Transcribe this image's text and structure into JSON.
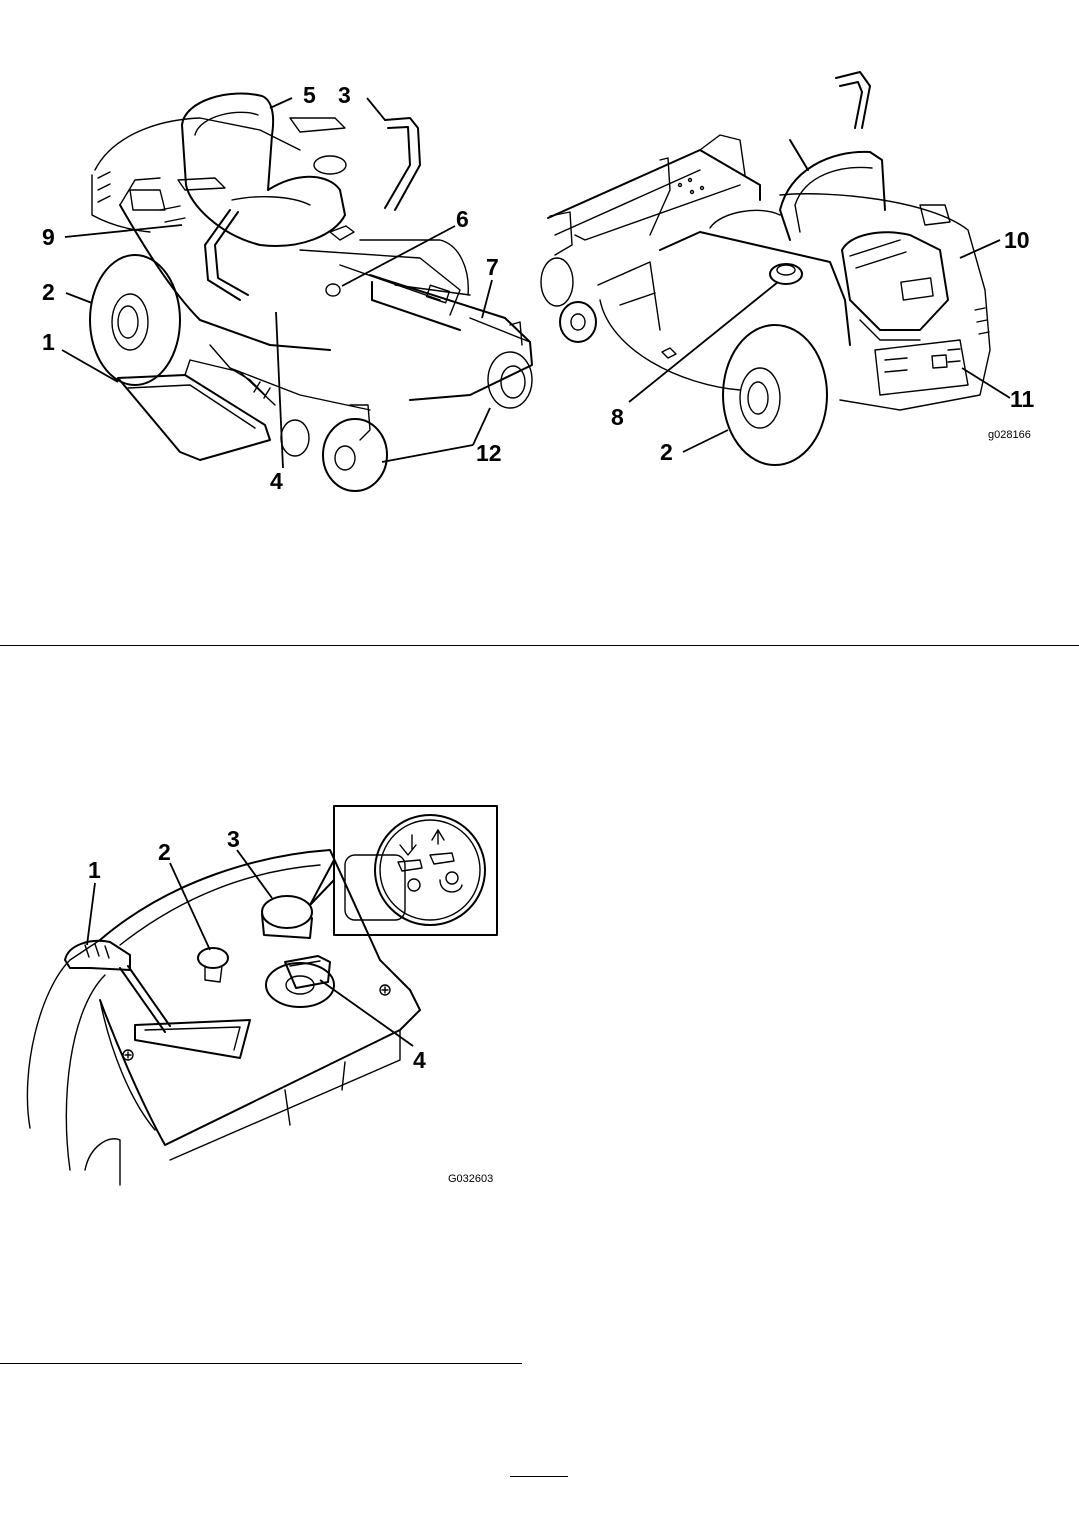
{
  "figure1": {
    "id_label": "g028166",
    "callouts": [
      "1",
      "2",
      "3",
      "4",
      "5",
      "6",
      "7",
      "8",
      "9",
      "10",
      "11",
      "12",
      "2"
    ]
  },
  "figure2": {
    "id_label": "G032603",
    "callouts": [
      "1",
      "2",
      "3",
      "4"
    ]
  }
}
